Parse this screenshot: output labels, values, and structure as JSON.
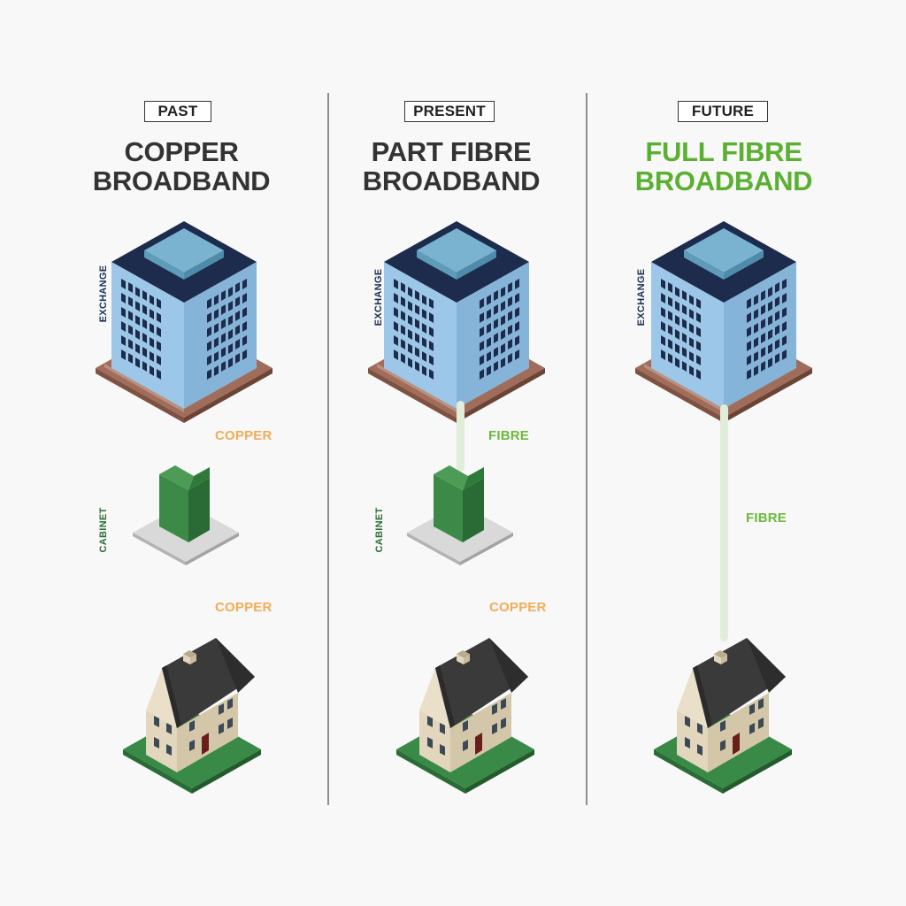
{
  "columns": [
    {
      "era": "PAST",
      "title_line1": "COPPER",
      "title_line2": "BROADBAND",
      "exchange_label": "EXCHANGE",
      "cabinet_label": "CABINET",
      "link_top_label": "COPPER",
      "link_bottom_label": "COPPER"
    },
    {
      "era": "PRESENT",
      "title_line1": "PART FIBRE",
      "title_line2": "BROADBAND",
      "exchange_label": "EXCHANGE",
      "cabinet_label": "CABINET",
      "link_top_label": "FIBRE",
      "link_bottom_label": "COPPER"
    },
    {
      "era": "FUTURE",
      "title_line1": "FULL FIBRE",
      "title_line2": "BROADBAND",
      "exchange_label": "EXCHANGE",
      "link_label": "FIBRE"
    }
  ],
  "colors": {
    "copper": "#f2ac57",
    "fibre": "#6cb83c",
    "fibre_line": "#e1edd8",
    "full_fibre_title": "#5ab031",
    "exchange_text": "#1d2f52",
    "cabinet_text": "#2d6b3a"
  }
}
